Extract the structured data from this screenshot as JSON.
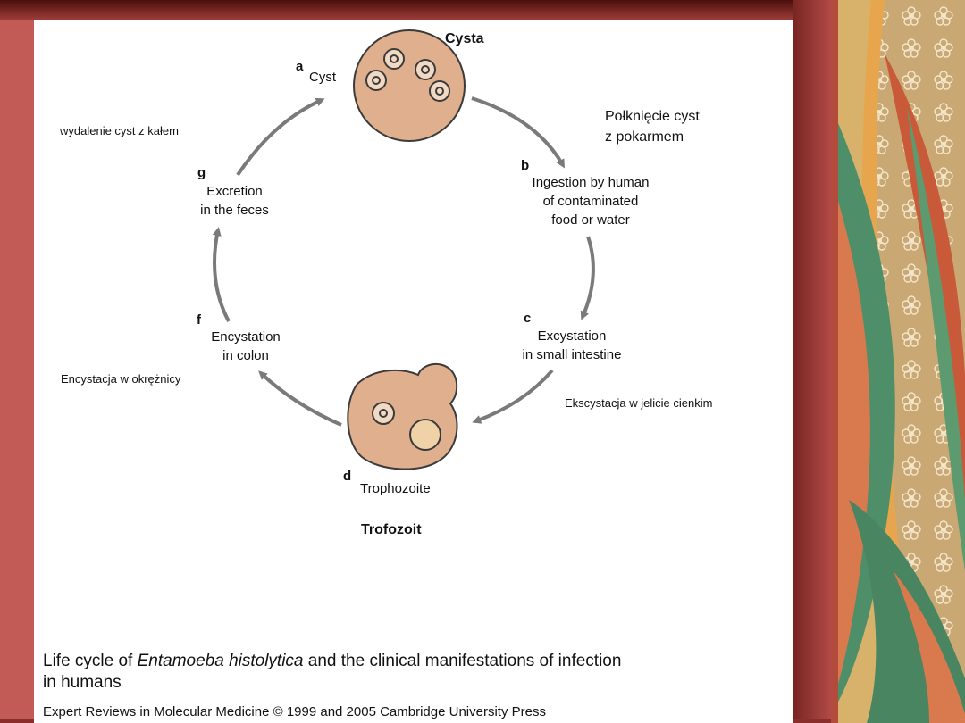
{
  "diagram": {
    "heading_cyst": "Cysta",
    "heading_trophozoite": "Trofozoit",
    "stages": {
      "a": {
        "letter": "a",
        "label": "Cyst"
      },
      "b": {
        "letter": "b",
        "line1": "Ingestion by human",
        "line2": "of contaminated",
        "line3": "food or water"
      },
      "c": {
        "letter": "c",
        "line1": "Excystation",
        "line2": "in small intestine"
      },
      "d": {
        "letter": "d",
        "label": "Trophozoite"
      },
      "f": {
        "letter": "f",
        "line1": "Encystation",
        "line2": "in colon"
      },
      "g": {
        "letter": "g",
        "line1": "Excretion",
        "line2": "in the feces"
      }
    },
    "polish_labels": {
      "ingestion_line1": "Połknięcie cyst",
      "ingestion_line2": "z pokarmem",
      "excretion": "wydalenie cyst z kałem",
      "encystation": "Encystacja w okrężnicy",
      "excystation": "Ekscystacja w jelicie cienkim"
    },
    "colors": {
      "cell_fill": "#e0b08e",
      "cell_stroke": "#3b3b3b",
      "arrow": "#7a7a7a",
      "nucleus_fill": "#f2d9c4",
      "vacuole_fill": "#f0d2a8"
    }
  },
  "caption": {
    "prefix": "Life cycle of ",
    "species": "Entamoeba histolytica",
    "suffix": " and the clinical manifestations of infection",
    "line2": "in humans"
  },
  "credit": "Expert Reviews in Molecular Medicine © 1999 and 2005 Cambridge University Press"
}
